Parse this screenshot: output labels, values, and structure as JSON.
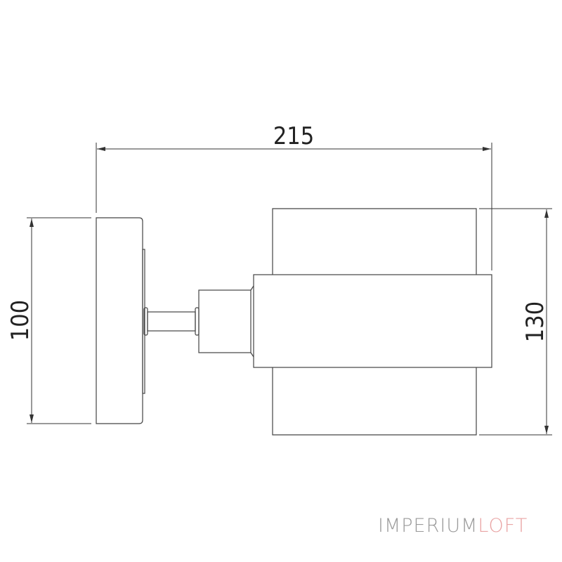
{
  "dimensions": {
    "width_label": "215",
    "base_height_label": "100",
    "shade_height_label": "130"
  },
  "logo": {
    "part1": "IMPERIUM",
    "part2": "LOFT",
    "colors": {
      "part1": "#9a9a9a",
      "part2": "#e9a4a4"
    }
  }
}
